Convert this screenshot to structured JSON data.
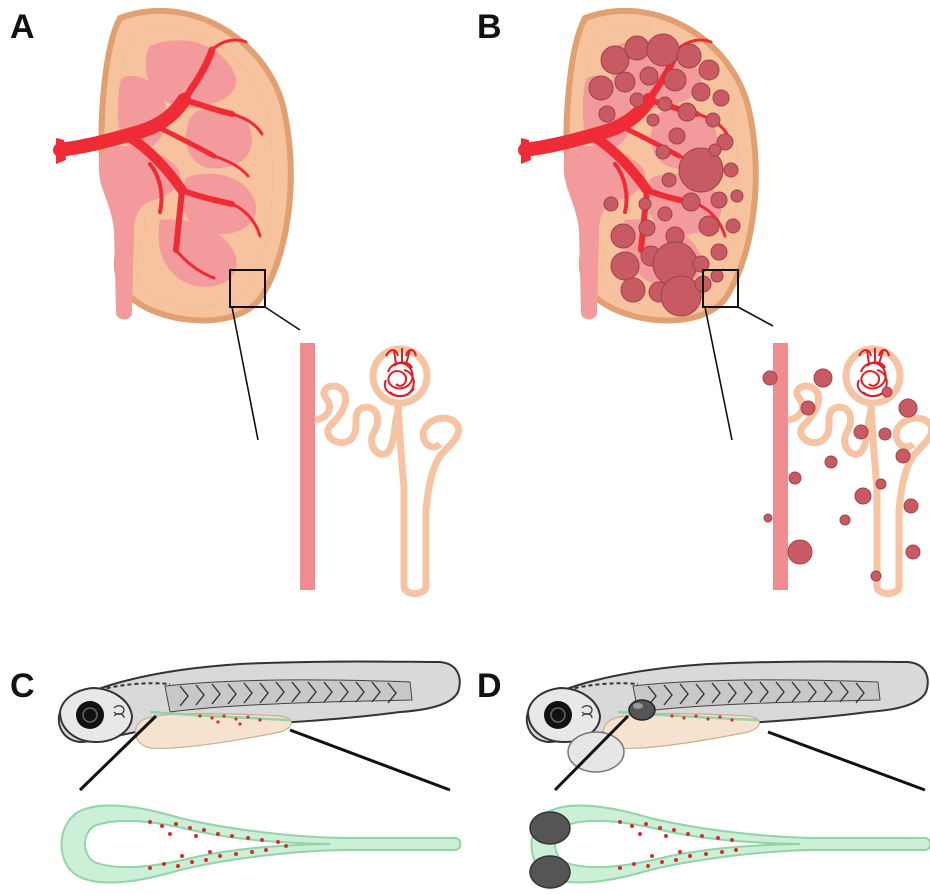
{
  "panels": [
    {
      "label": "A"
    },
    {
      "label": "B"
    },
    {
      "label": "C"
    },
    {
      "label": "D"
    }
  ],
  "colors": {
    "kidney_cortex": "#f7c29e",
    "kidney_capsule": "#e0a071",
    "medulla": "#f29a9c",
    "artery": "#ef2b36",
    "cyst": "#c85a63",
    "cyst_stroke": "#a3404a",
    "nephron": "#f6c3a3",
    "collecting_duct": "#ef8c8f",
    "zebrafish_body": "#d9d9d9",
    "zebrafish_outline": "#333333",
    "yolk": "#f6e3cf",
    "pronephros": "#ccefd7",
    "pronephros_outline": "#93d3a8",
    "red_dots": "#d22f2f",
    "fish_cyst": "#555555",
    "edema": "#e6e6e6"
  }
}
